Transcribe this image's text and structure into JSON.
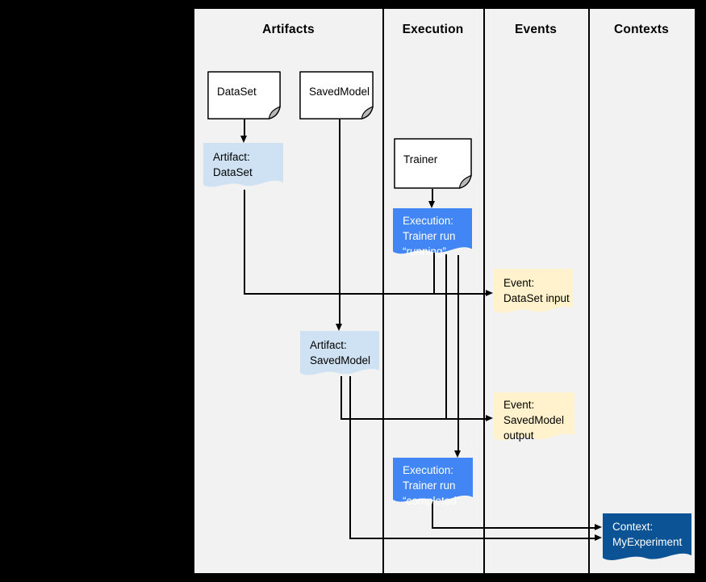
{
  "colors": {
    "page_bg": "#000000",
    "panel_bg": "#f2f2f2",
    "line": "#000000",
    "doc_fill": "#ffffff",
    "artifact_fill": "#cfe2f3",
    "execution_fill": "#4285f4",
    "event_fill": "#fff2cc",
    "context_fill": "#0b5394"
  },
  "columns": [
    {
      "label": "Artifacts"
    },
    {
      "label": "Execution"
    },
    {
      "label": "Events"
    },
    {
      "label": "Contexts"
    }
  ],
  "nodes": {
    "dataset": {
      "label": "DataSet"
    },
    "savedmodel": {
      "label": "SavedModel"
    },
    "trainer": {
      "label": "Trainer"
    },
    "artifact_dataset": {
      "line1": "Artifact:",
      "line2": "DataSet"
    },
    "artifact_savedmodel": {
      "line1": "Artifact:",
      "line2": "SavedModel"
    },
    "execution_running": {
      "line1": "Execution:",
      "line2": "Trainer run",
      "line3": "“running”"
    },
    "execution_completed": {
      "line1": "Execution:",
      "line2": "Trainer run",
      "line3": "“completed”"
    },
    "event_dataset_input": {
      "line1": "Event:",
      "line2": "DataSet input"
    },
    "event_savedmodel_output": {
      "line1": "Event:",
      "line2": "SavedModel",
      "line3": "output"
    },
    "context_myexperiment": {
      "line1": "Context:",
      "line2": "MyExperiment"
    }
  }
}
